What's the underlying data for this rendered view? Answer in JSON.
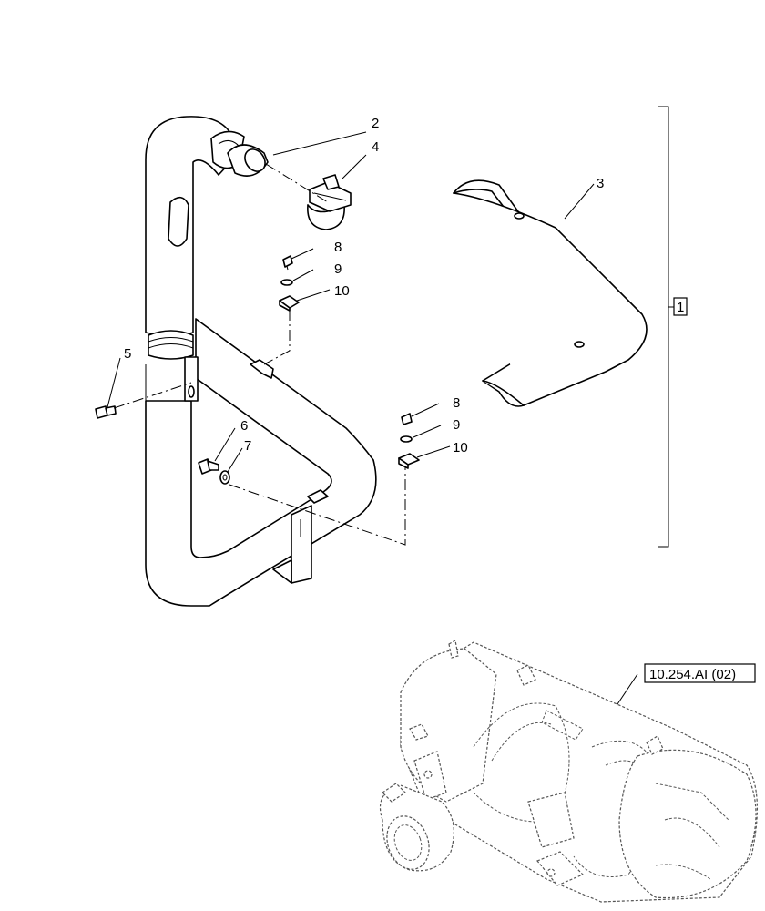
{
  "callouts": {
    "c1": "1",
    "c2": "2",
    "c3": "3",
    "c4": "4",
    "c5": "5",
    "c6": "6",
    "c7": "7",
    "c8a": "8",
    "c9a": "9",
    "c10a": "10",
    "c8b": "8",
    "c9b": "9",
    "c10b": "10"
  },
  "reference": {
    "label": "10.254.AI (02)"
  }
}
